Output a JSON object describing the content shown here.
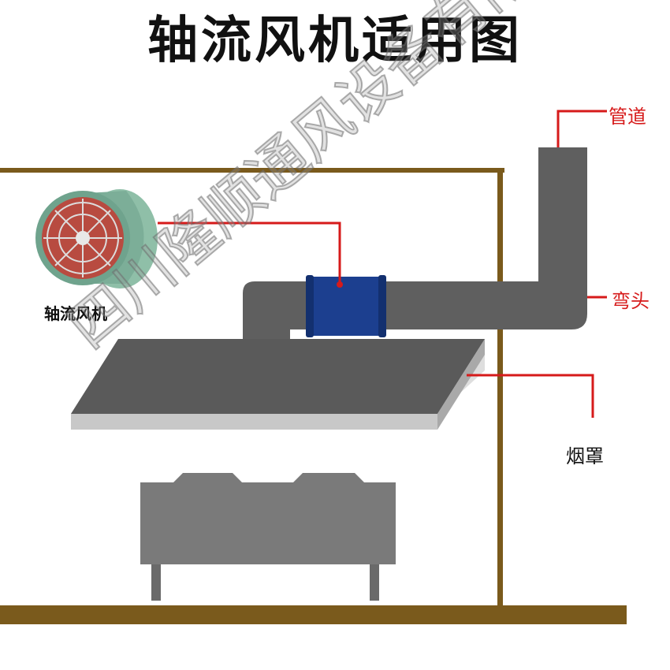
{
  "title": "轴流风机适用图",
  "fan_caption": "轴流风机",
  "labels": {
    "duct": "管道",
    "elbow": "弯头",
    "hood": "烟罩"
  },
  "watermark": "四川隆顺通风设备有限公司",
  "colors": {
    "wall": "#7a5a1c",
    "duct": "#5e5e5e",
    "stove": "#7a7a7a",
    "fan_body": "#1c3f8f",
    "leader": "#d61a1a"
  }
}
